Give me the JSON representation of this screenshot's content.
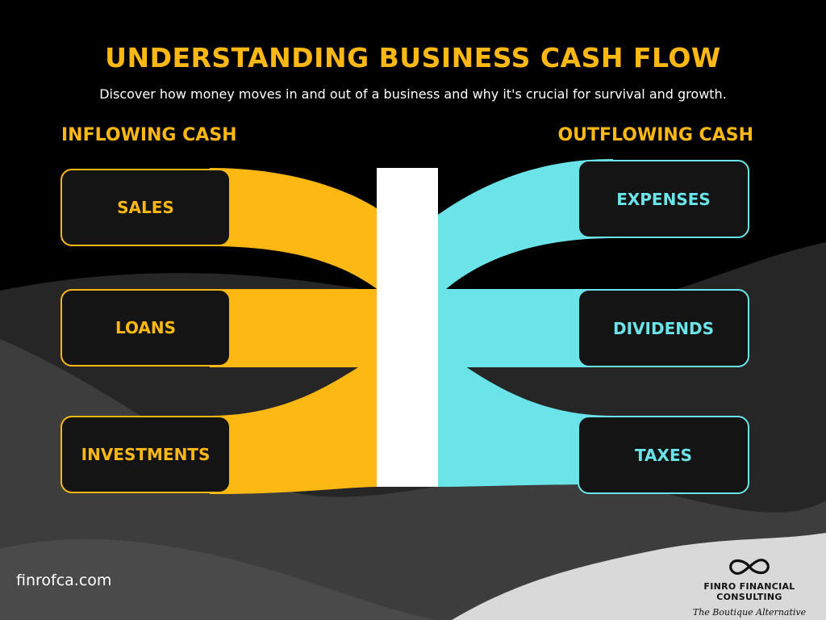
{
  "title": "UNDERSTANDING BUSINESS CASH FLOW",
  "subtitle": "Discover how money moves in and out of a business and why it's crucial for survival and growth.",
  "inflow": {
    "heading": "INFLOWING CASH",
    "items": [
      "SALES",
      "LOANS",
      "INVESTMENTS"
    ]
  },
  "outflow": {
    "heading": "OUTFLOWING CASH",
    "items": [
      "EXPENSES",
      "DIVIDENDS",
      "TAXES"
    ]
  },
  "footer": {
    "website": "finrofca.com",
    "company": "FINRO FINANCIAL CONSULTING",
    "tagline": "The Boutique Alternative"
  },
  "icons": {
    "logo": "infinity-icon"
  },
  "colors": {
    "inflow": "#fdb813",
    "outflow": "#6ae4e8",
    "hub": "#ffffff",
    "background": "#000000",
    "box_fill": "#141414"
  }
}
